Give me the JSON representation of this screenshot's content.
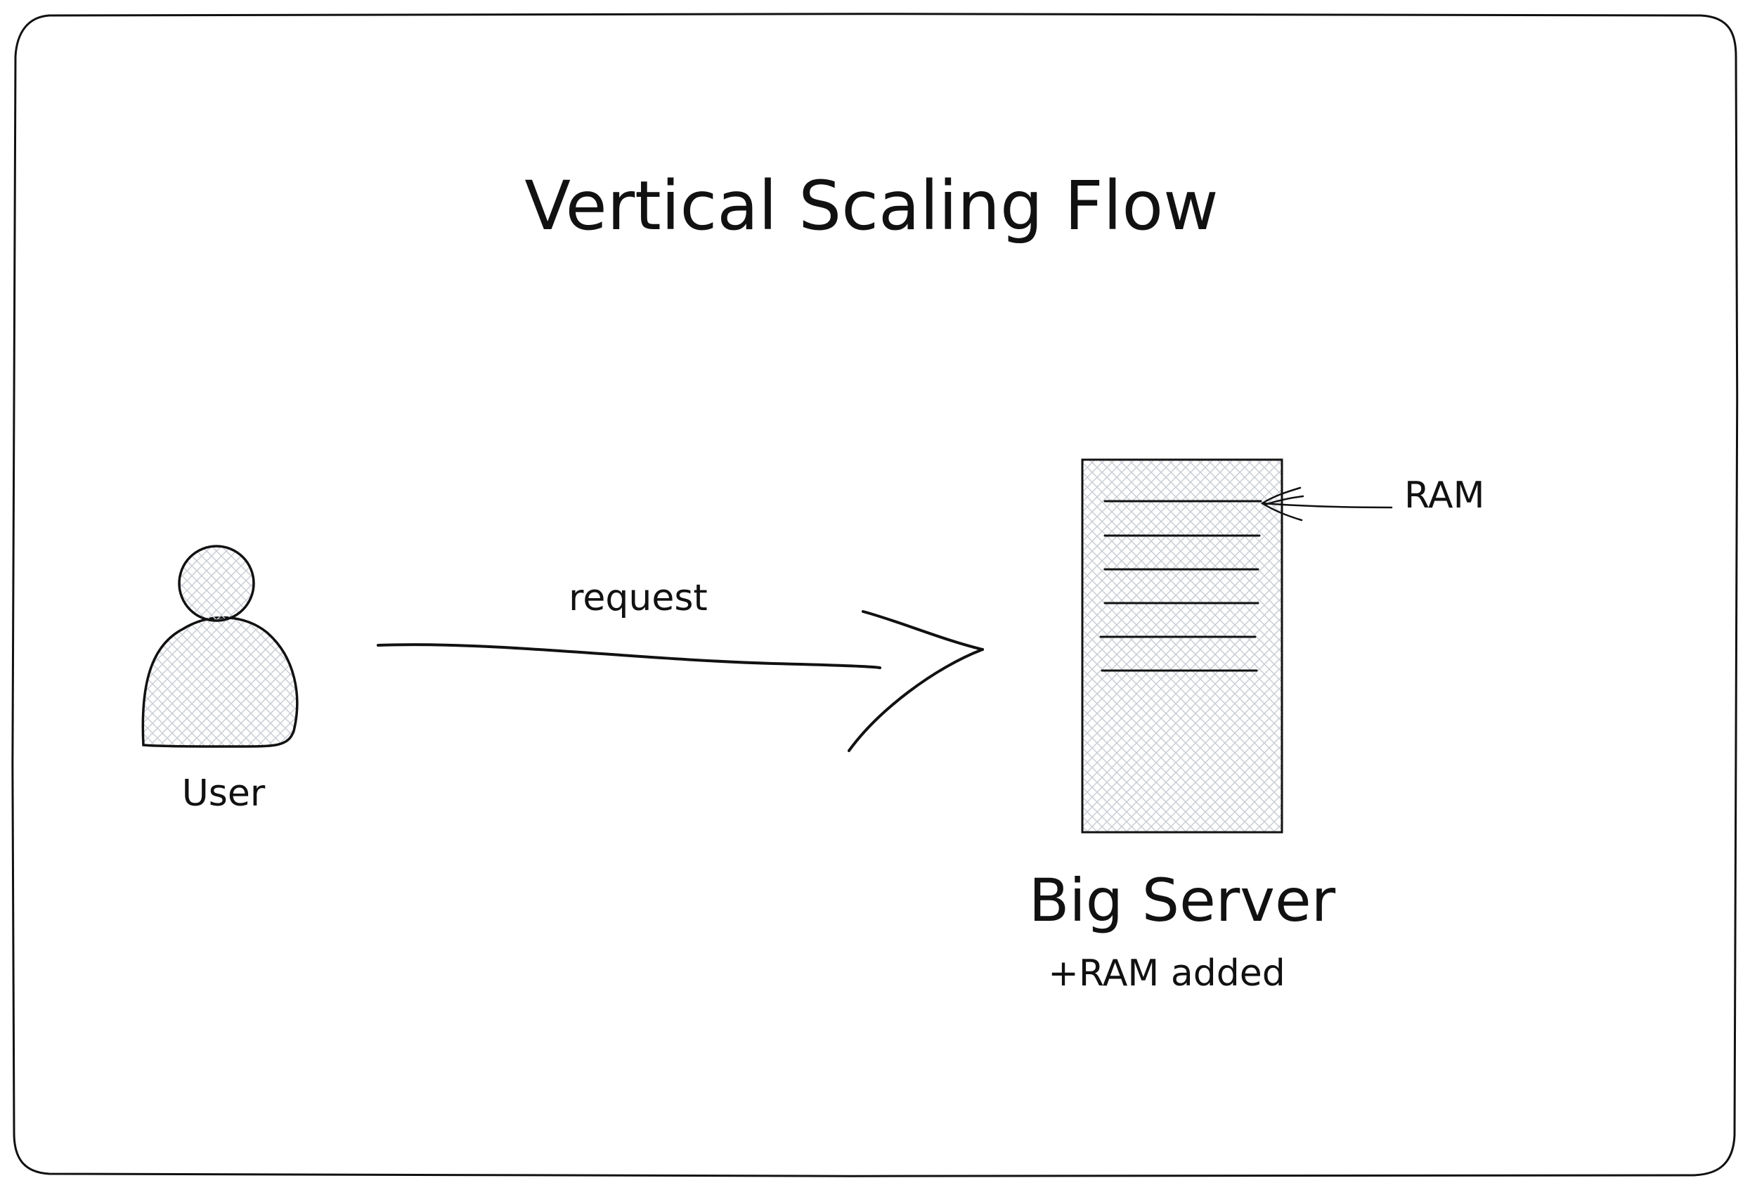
{
  "diagram": {
    "title": "Vertical Scaling Flow",
    "user_label": "User",
    "arrow_label": "request",
    "server_label": "Big Server",
    "server_sublabel": "+RAM added",
    "ram_label": "RAM"
  },
  "colors": {
    "stroke": "#111111",
    "hatch": "#c9cdd4",
    "background": "#ffffff"
  }
}
